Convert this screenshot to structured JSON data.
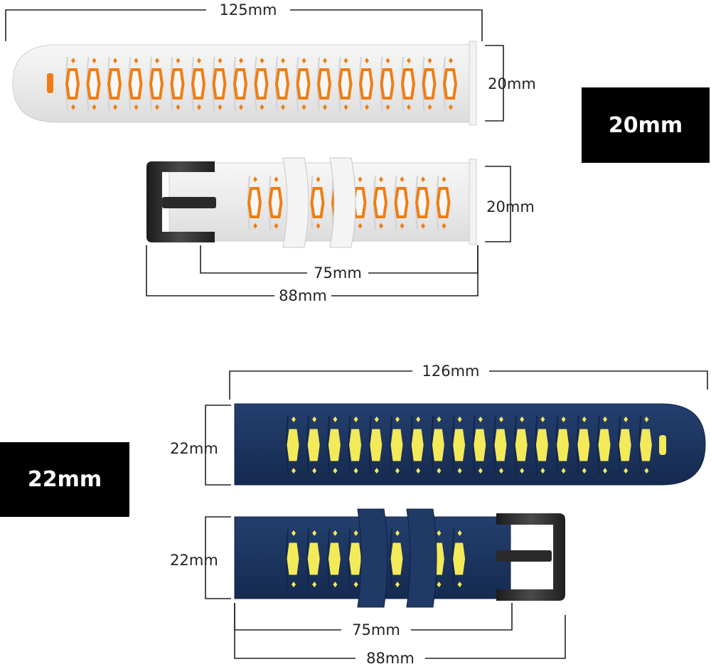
{
  "badges": {
    "size_20": "20mm",
    "size_22": "22mm"
  },
  "band_20": {
    "long_length": "125mm",
    "long_width": "20mm",
    "short_width": "20mm",
    "short_inner_length": "75mm",
    "short_total_length": "88mm"
  },
  "band_22": {
    "long_length": "126mm",
    "long_width": "22mm",
    "short_width": "22mm",
    "short_inner_length": "75mm",
    "short_total_length": "88mm"
  },
  "colors": {
    "white_band": "#ececec",
    "white_band_groove": "#d2d2d2",
    "orange_accent": "#f07d14",
    "navy_band": "#1c3560",
    "navy_groove": "#13264a",
    "yellow_accent": "#f3ea5a",
    "buckle": "#2f2f2f",
    "badge_bg": "#000000",
    "badge_text": "#ffffff"
  }
}
